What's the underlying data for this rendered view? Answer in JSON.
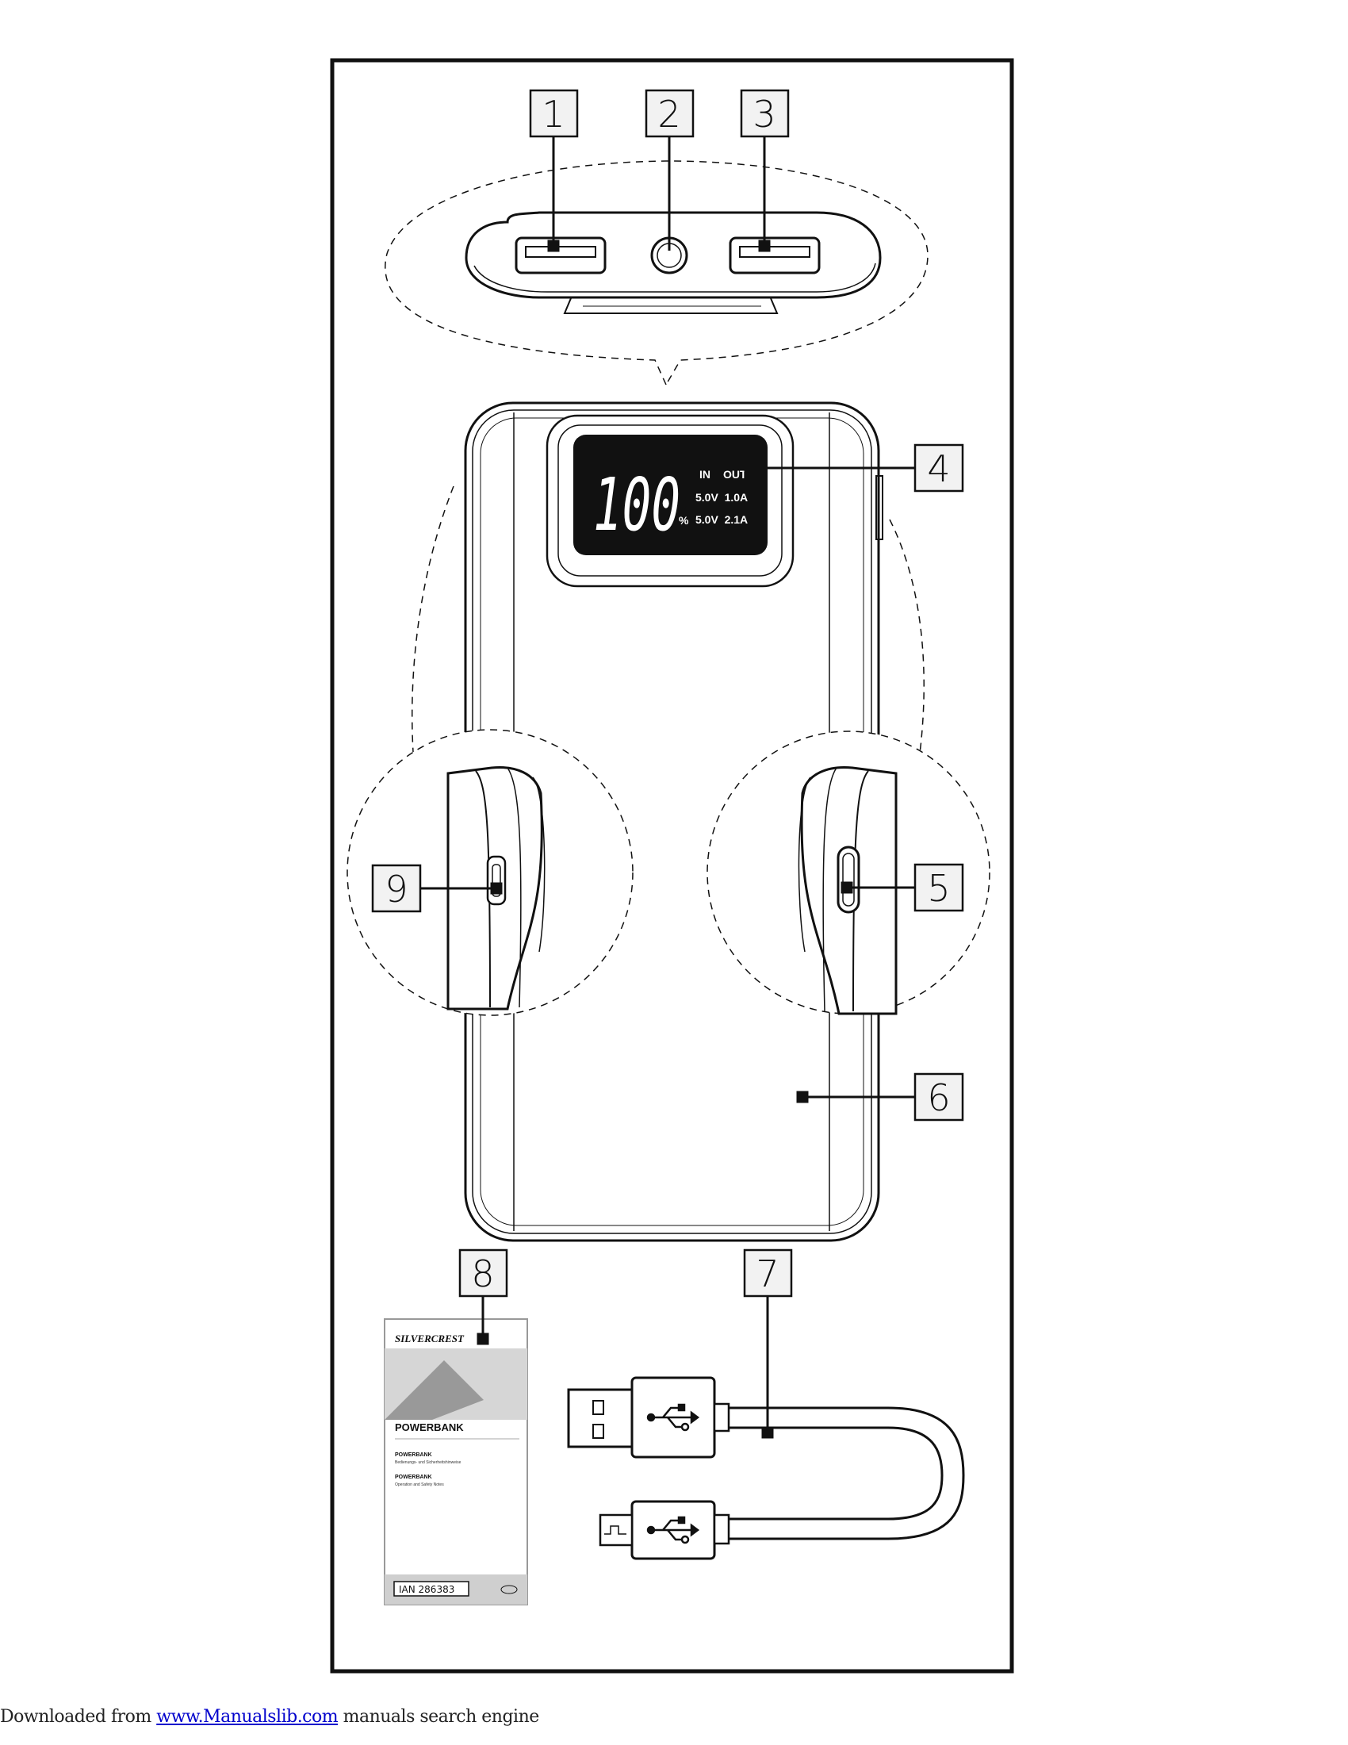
{
  "callouts": {
    "c1": "1",
    "c2": "2",
    "c3": "3",
    "c4": "4",
    "c5": "5",
    "c6": "6",
    "c7": "7",
    "c8": "8",
    "c9": "9"
  },
  "display": {
    "percent_value": "100",
    "percent_sign": "%",
    "header_in": "IN",
    "header_out": "OUT",
    "row1": "5.0V  1.0A",
    "row2": "5.0V  2.1A"
  },
  "manual": {
    "brand": "SILVERCREST",
    "title": "POWERBANK",
    "lang1_title": "POWERBANK",
    "lang1_sub": "Bedienungs- und Sicherheitshinweise",
    "lang2_title": "POWERBANK",
    "lang2_sub": "Operation and Safety Notes",
    "ian": "IAN 286383"
  },
  "footer": {
    "prefix": "Downloaded from",
    "link": "www.Manualslib.com",
    "suffix": " manuals search engine"
  },
  "colors": {
    "line": "#111111",
    "callout_bg": "#f2f2f2",
    "lcd": "#111111",
    "link": "#0000cc"
  }
}
